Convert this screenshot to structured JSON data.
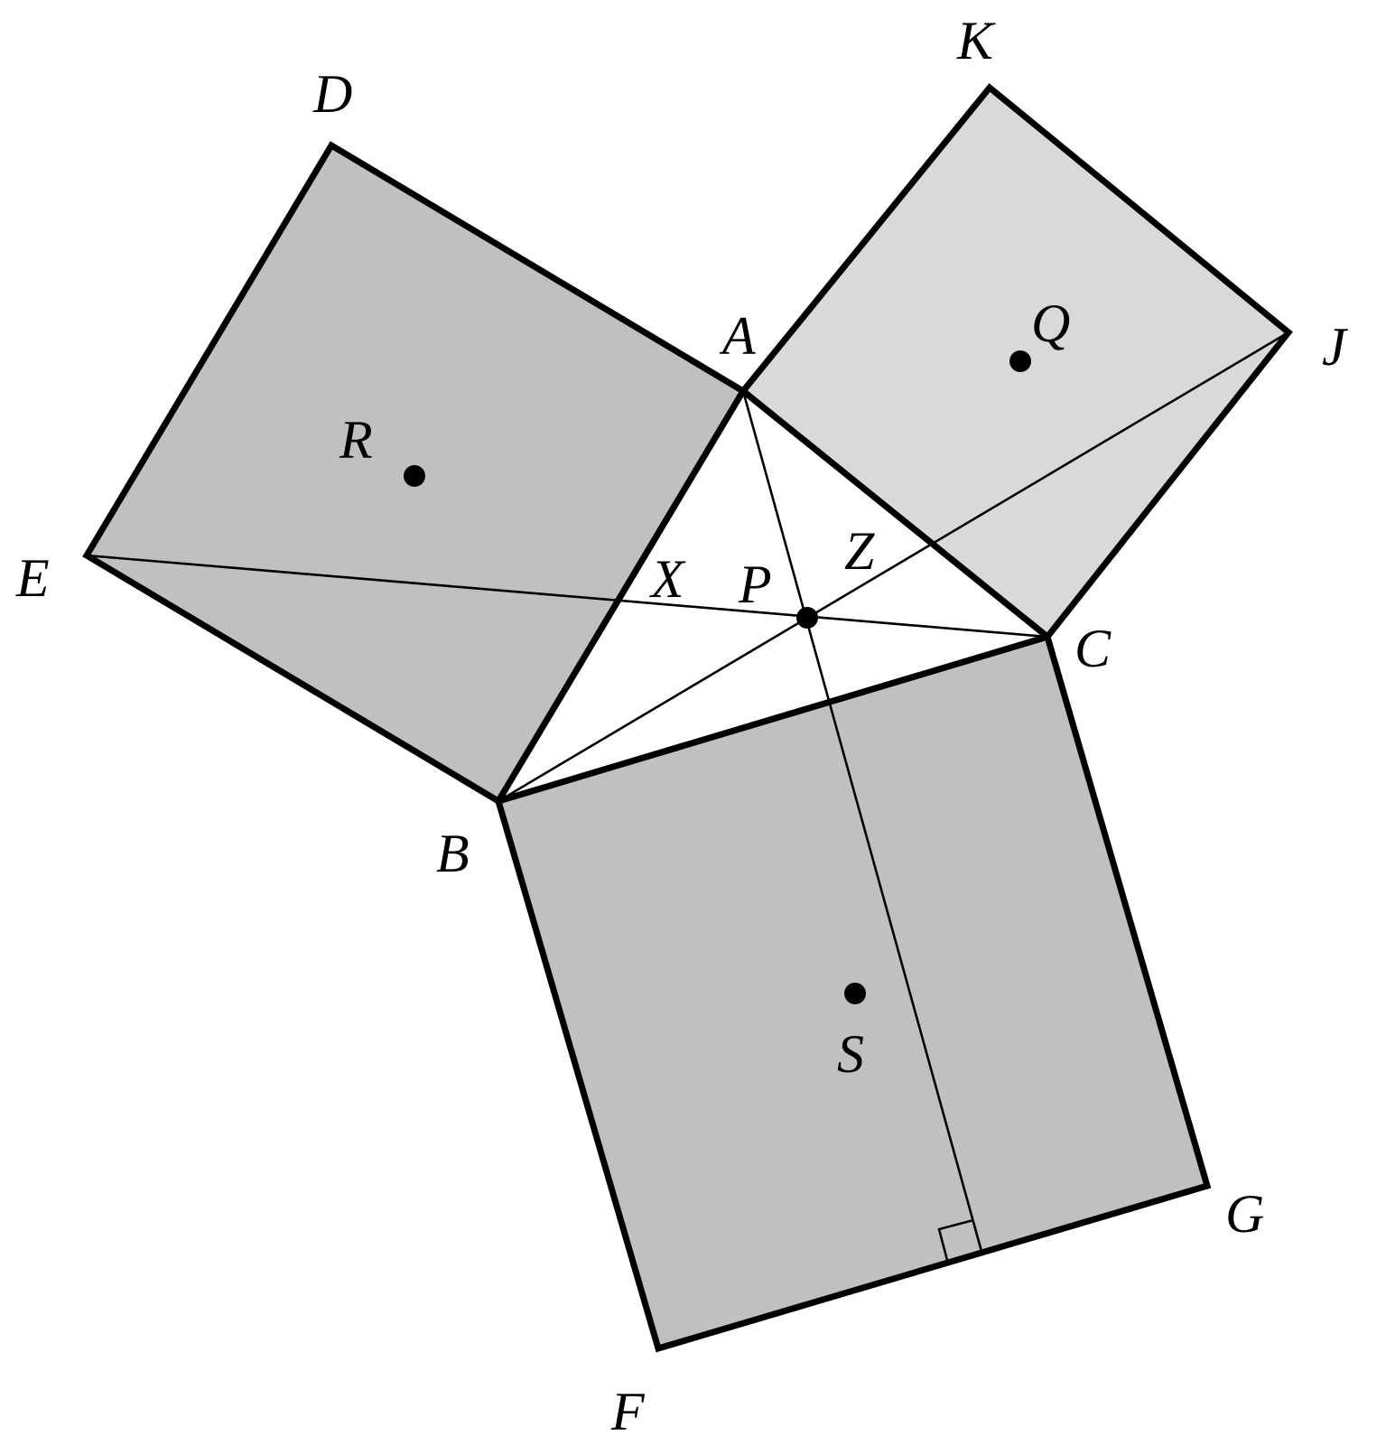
{
  "figure": {
    "colors": {
      "background": "#ffffff",
      "square_dark": "#c0c0c0",
      "square_light": "#d9d9d9",
      "triangle": "#ffffff",
      "stroke": "#000000"
    },
    "squares": [
      {
        "name": "ABED",
        "vertices": [
          "A",
          "B",
          "E",
          "D"
        ],
        "center": "R",
        "shade": "dark"
      },
      {
        "name": "ACJK",
        "vertices": [
          "A",
          "C",
          "J",
          "K"
        ],
        "center": "Q",
        "shade": "light"
      },
      {
        "name": "BCGF",
        "vertices": [
          "B",
          "C",
          "G",
          "F"
        ],
        "center": "S",
        "shade": "dark"
      }
    ],
    "triangle": [
      "A",
      "B",
      "C"
    ],
    "segments": [
      [
        "E",
        "C"
      ],
      [
        "B",
        "J"
      ],
      [
        "A",
        "perpendicular-foot-on-FG"
      ]
    ],
    "right_angle_marker": "on FG",
    "labels": {
      "A": "A",
      "B": "B",
      "C": "C",
      "D": "D",
      "E": "E",
      "F": "F",
      "G": "G",
      "J": "J",
      "K": "K",
      "P": "P",
      "Q": "Q",
      "R": "R",
      "S": "S",
      "X": "X",
      "Z": "Z"
    }
  }
}
